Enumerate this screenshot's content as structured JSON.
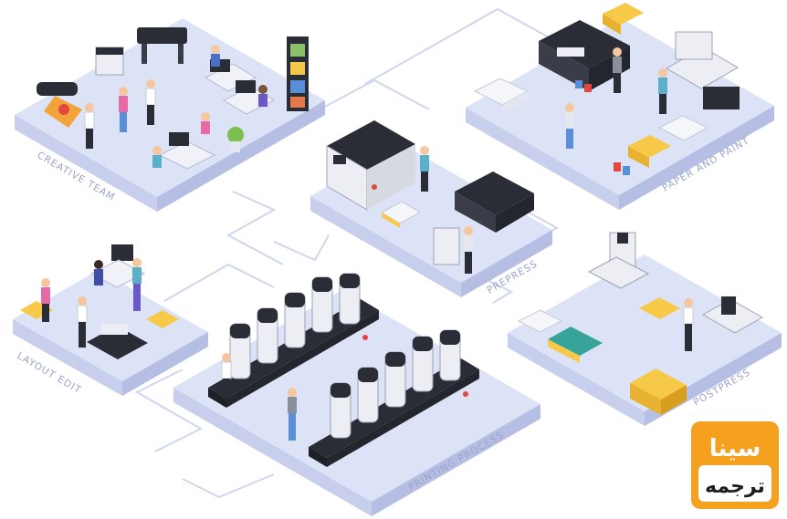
{
  "departments": [
    {
      "id": "creative",
      "label": "CREATIVE TEAM"
    },
    {
      "id": "paper",
      "label": "PAPER AND PAINT"
    },
    {
      "id": "prepress",
      "label": "PREPRESS"
    },
    {
      "id": "layout",
      "label": "LAYOUT EDIT"
    },
    {
      "id": "printing",
      "label": "PRINTING PROCESS"
    },
    {
      "id": "postpress",
      "label": "POSTPRESS"
    }
  ],
  "logo": {
    "line1": "سينا",
    "line2": "ترجمه"
  },
  "colors": {
    "floor": "#dde3f6",
    "floor_side": "#c3cbea",
    "floor_edge": "#b2bbe1",
    "connector": "#cfd6ee",
    "machine_dark": "#2b2d36",
    "machine_light": "#eceef3",
    "logo_orange": "#f5a01e"
  }
}
